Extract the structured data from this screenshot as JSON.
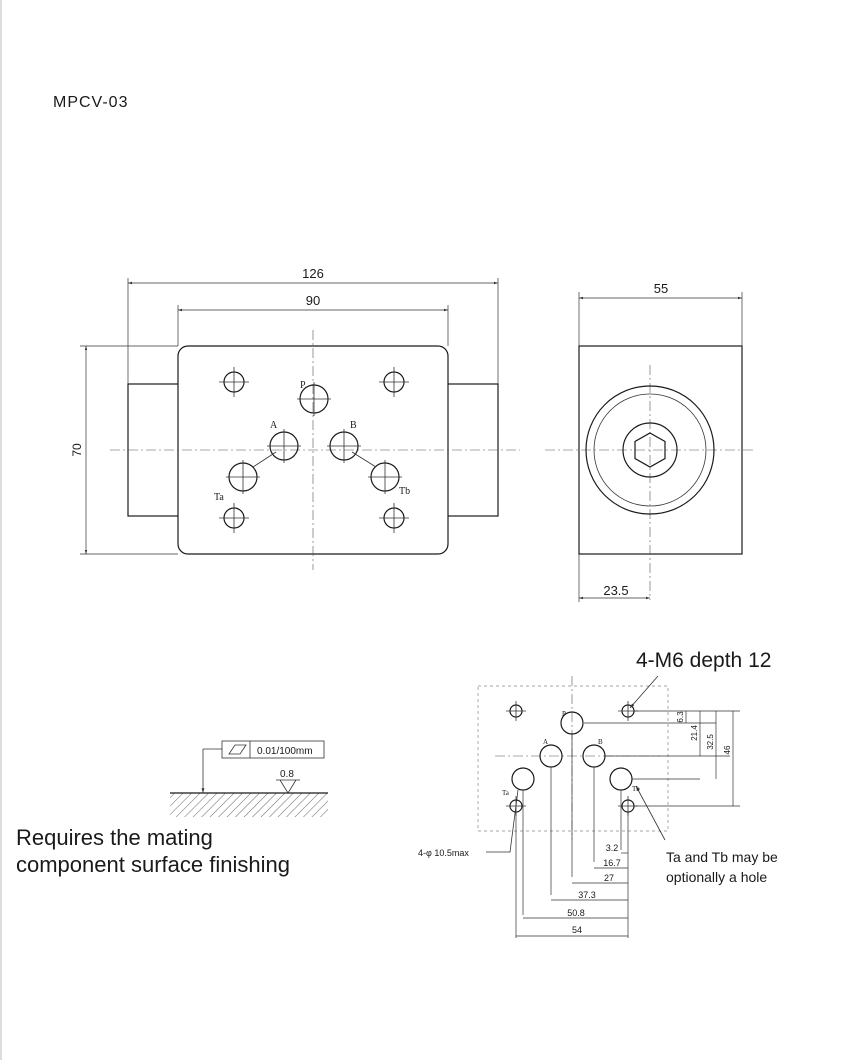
{
  "title": "MPCV-03",
  "front_view": {
    "dim_overall_width": "126",
    "dim_body_width": "90",
    "dim_height": "70",
    "ports": {
      "p": "P",
      "a": "A",
      "b": "B",
      "ta": "Ta",
      "tb": "Tb"
    }
  },
  "side_view": {
    "dim_width": "55",
    "dim_offset": "23.5"
  },
  "surface_spec": {
    "flatness": "0.01/100mm",
    "roughness": "0.8",
    "note_line1": "Requires the mating",
    "note_line2": "component surface finishing"
  },
  "port_pattern": {
    "callout_thread": "4-M6 depth 12",
    "callout_holes": "4-φ 10.5max",
    "callout_option_line1": "Ta and Tb may be",
    "callout_option_line2": "optionally a hole",
    "ports": {
      "p": "P",
      "a": "A",
      "b": "B",
      "ta": "Ta",
      "tb": "Tb"
    },
    "vertical_dims": [
      "6.3",
      "21.4",
      "32.5",
      "46"
    ],
    "horizontal_dims": [
      "3.2",
      "16.7",
      "27",
      "37.3",
      "50.8",
      "54"
    ]
  }
}
